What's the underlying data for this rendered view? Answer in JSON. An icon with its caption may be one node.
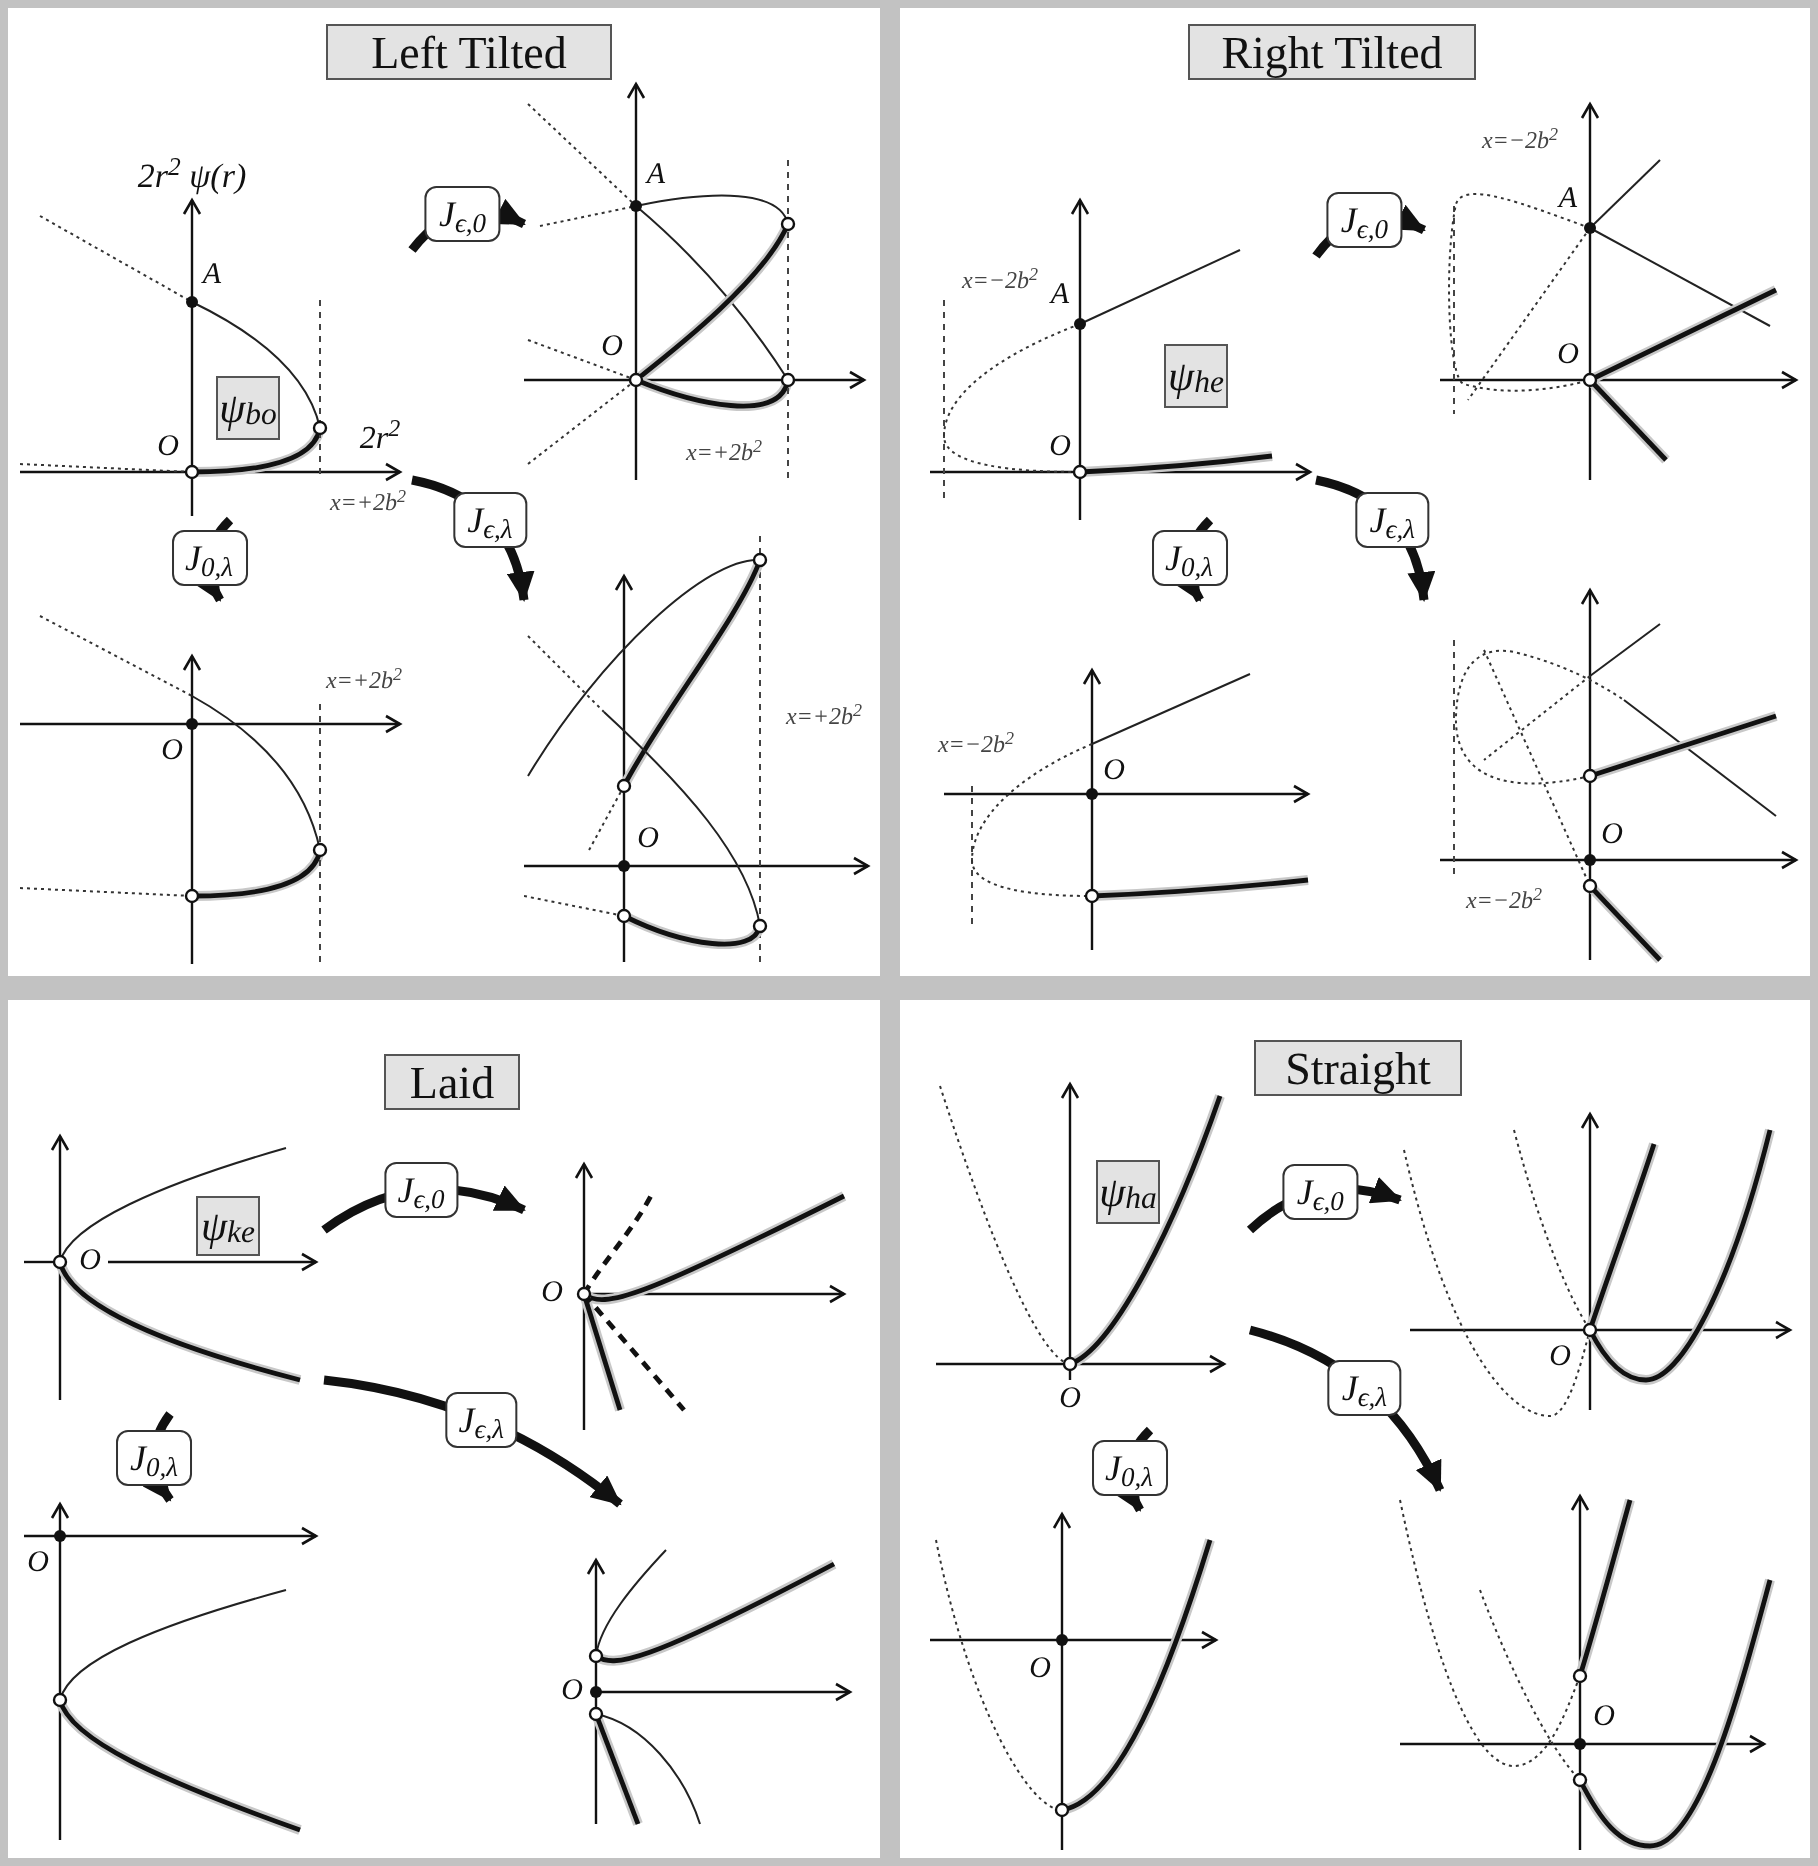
{
  "diagram": {
    "nodes": [
      {
        "text": [],
        "shape": "box"
      },
      {
        "text": [
          "Left Tilted"
        ],
        "in": 0
      },
      {
        "text": [
          "2r$^{2}$ ψ(r)",
          "A",
          "O",
          "x=+2b$^{2}$",
          "2r$^{2}$"
        ],
        "in": 0
      },
      {
        "text": [
          "ψ$_{bo}$"
        ],
        "in": 2
      },
      {
        "text": [
          "A",
          "O",
          "x=+2b$^{2}$"
        ],
        "in": 0
      },
      {
        "text": [
          "x=+2b$^{2}$",
          "O"
        ],
        "in": 0
      },
      {
        "text": [
          "x=+2b$^{2}$",
          "O"
        ],
        "in": 0
      },
      {
        "text": [],
        "shape": "box"
      },
      {
        "text": [
          "Right Tilted"
        ],
        "in": 7
      },
      {
        "text": [
          "x=−2b$^{2}$",
          "A",
          "O"
        ],
        "in": 7
      },
      {
        "text": [
          "ψ$_{he}$"
        ],
        "in": 9
      },
      {
        "text": [
          "x=−2b$^{2}$",
          "A",
          "O"
        ],
        "in": 7
      },
      {
        "text": [
          "x=−2b$^{2}$",
          "O"
        ],
        "in": 7
      },
      {
        "text": [
          "O",
          "x=−2b$^{2}$"
        ],
        "in": 7
      },
      {
        "text": [],
        "shape": "box"
      },
      {
        "text": [
          "Laid"
        ],
        "in": 14
      },
      {
        "text": [
          "O"
        ],
        "in": 14
      },
      {
        "text": [
          "ψ$_{ke}$"
        ],
        "in": 16
      },
      {
        "text": [
          "O"
        ],
        "in": 14
      },
      {
        "text": [
          "O"
        ],
        "in": 14
      },
      {
        "text": [
          "O"
        ],
        "in": 14
      },
      {
        "text": [],
        "shape": "box"
      },
      {
        "text": [
          "Straight"
        ],
        "in": 21
      },
      {
        "text": [
          "O"
        ],
        "in": 21
      },
      {
        "text": [
          "ψ$_{ha}$"
        ],
        "in": 23
      },
      {
        "text": [
          "O"
        ],
        "in": 21
      },
      {
        "text": [
          "O"
        ],
        "in": 21
      },
      {
        "text": [
          "O"
        ],
        "in": 21
      }
    ],
    "edges": [
      {
        "from": 2,
        "to": 4,
        "arrow": "to",
        "label": "J$_{ϵ,0}$"
      },
      {
        "from": 2,
        "to": 5,
        "arrow": "to",
        "label": "J$_{0,λ}$"
      },
      {
        "from": 2,
        "to": 6,
        "arrow": "to",
        "label": "J$_{ϵ,λ}$"
      },
      {
        "from": 9,
        "to": 11,
        "arrow": "to",
        "label": "J$_{ϵ,0}$"
      },
      {
        "from": 9,
        "to": 12,
        "arrow": "to",
        "label": "J$_{0,λ}$"
      },
      {
        "from": 9,
        "to": 13,
        "arrow": "to",
        "label": "J$_{ϵ,λ}$"
      },
      {
        "from": 16,
        "to": 18,
        "arrow": "to",
        "label": "J$_{ϵ,0}$"
      },
      {
        "from": 16,
        "to": 19,
        "arrow": "to",
        "label": "J$_{0,λ}$"
      },
      {
        "from": 16,
        "to": 20,
        "arrow": "to",
        "label": "J$_{ϵ,λ}$"
      },
      {
        "from": 23,
        "to": 25,
        "arrow": "to",
        "label": "J$_{ϵ,0}$"
      },
      {
        "from": 23,
        "to": 26,
        "arrow": "to",
        "label": "J$_{0,λ}$"
      },
      {
        "from": 23,
        "to": 27,
        "arrow": "to",
        "label": "J$_{ϵ,λ}$"
      }
    ]
  }
}
